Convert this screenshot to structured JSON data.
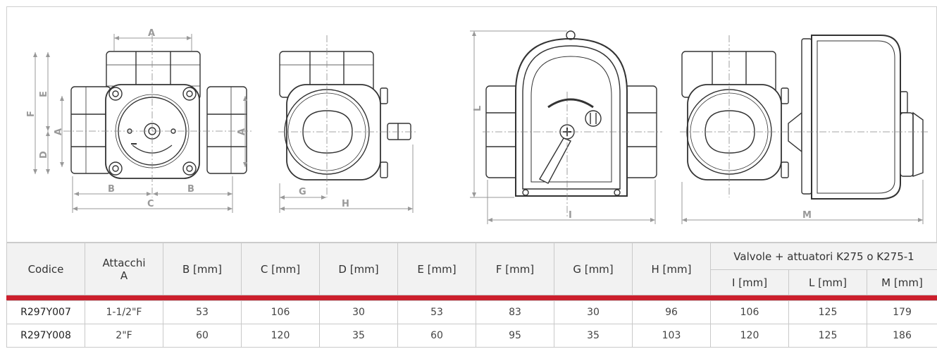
{
  "drawings": {
    "dimension_labels": {
      "A": "A",
      "B": "B",
      "C": "C",
      "D": "D",
      "E": "E",
      "F": "F",
      "G": "G",
      "H": "H",
      "I": "I",
      "L": "L",
      "M": "M"
    }
  },
  "table": {
    "headers": {
      "codice": "Codice",
      "attacchi": "Attacchi",
      "attacchi_sub": "A",
      "b": "B [mm]",
      "c": "C [mm]",
      "d": "D [mm]",
      "e": "E [mm]",
      "f": "F [mm]",
      "g": "G [mm]",
      "h": "H [mm]",
      "group": "Valvole + attuatori K275 o K275-1",
      "i": "I [mm]",
      "l": "L [mm]",
      "m": "M [mm]"
    },
    "rows": [
      [
        "R297Y007",
        "1-1/2\"F",
        "53",
        "106",
        "30",
        "53",
        "83",
        "30",
        "96",
        "106",
        "125",
        "179"
      ],
      [
        "R297Y008",
        "2\"F",
        "60",
        "120",
        "35",
        "60",
        "95",
        "35",
        "103",
        "120",
        "125",
        "186"
      ]
    ]
  },
  "colors": {
    "accent": "#cc1f2d",
    "header_bg": "#f2f2f2",
    "line": "#333333",
    "dim": "#999999"
  }
}
